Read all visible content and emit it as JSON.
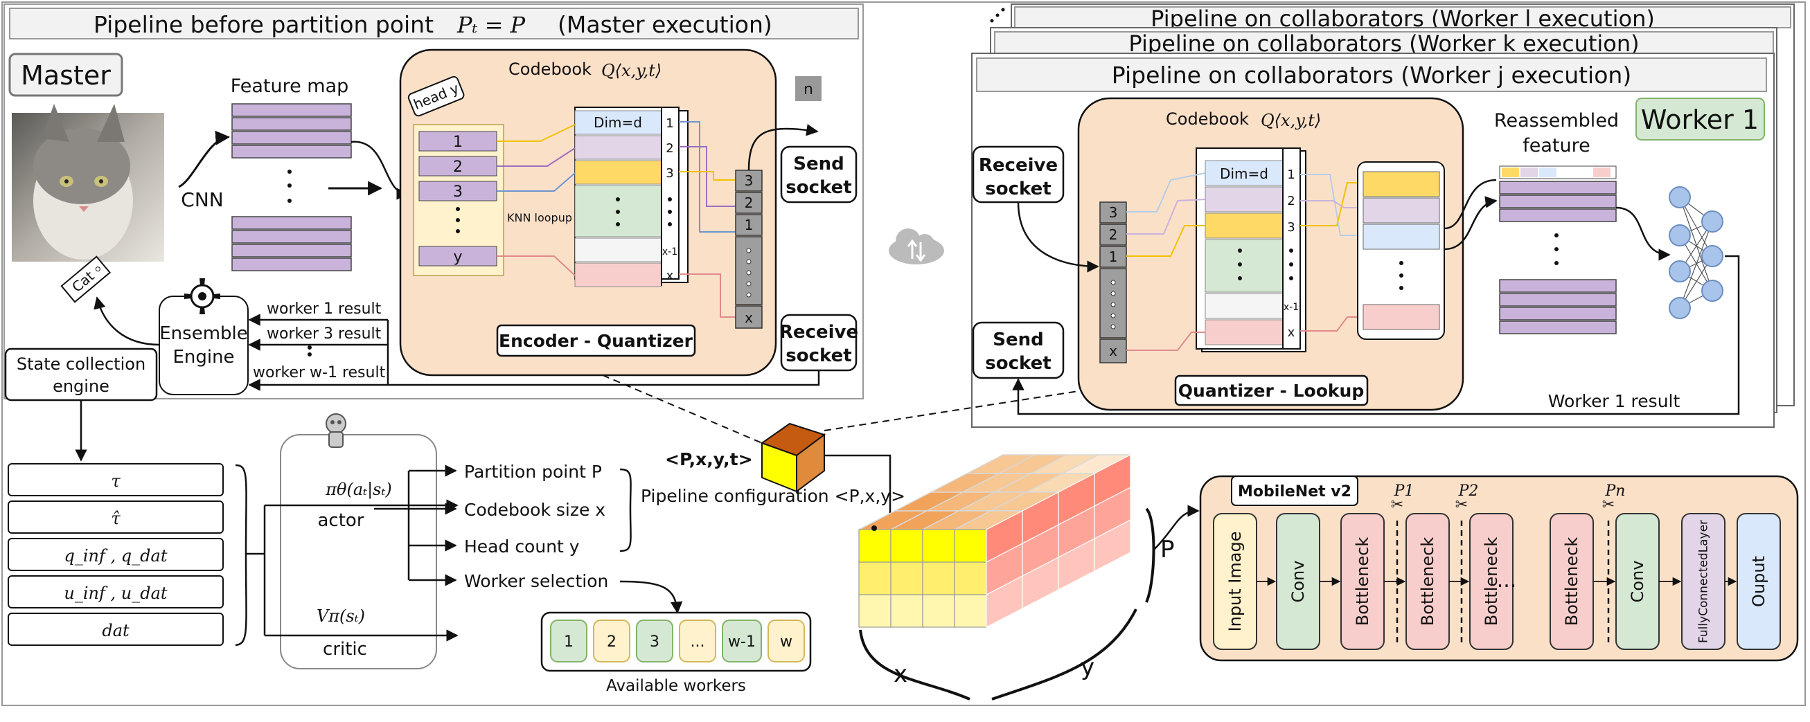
{
  "master_panel": {
    "title": "Pipeline before partition point",
    "formula": "Pₜ = P",
    "mode": "(Master execution)",
    "label": "Master",
    "feature_map": "Feature map",
    "cnn": "CNN",
    "codebook": "Codebook",
    "codebook_symbol": "Q⟨x,y,t⟩",
    "head_tag": "head y",
    "n_tag": "n",
    "heads": [
      "1",
      "2",
      "3",
      "y"
    ],
    "knn": "KNN loopup",
    "code_rows": [
      "Dim=d"
    ],
    "code_idx": [
      "1",
      "2",
      "3",
      "x-1",
      "x"
    ],
    "stack_cells": [
      "3",
      "2",
      "1",
      "x"
    ],
    "send_socket": "Send socket",
    "receive_socket": "Receive socket",
    "encoder_label": "Encoder - Quantizer",
    "ensemble_engine": "Ensemble Engine",
    "results": [
      "worker 1 result",
      "worker 3 result",
      "worker w-1 result"
    ],
    "cat_tag": "Cat",
    "state_engine": "State collection engine"
  },
  "worker_panel": {
    "back_titles": [
      "Pipeline on collaborators (Worker l execution)",
      "Pipeline on collaborators (Worker k execution)"
    ],
    "title": "Pipeline on collaborators (Worker j execution)",
    "worker_badge": "Worker 1",
    "codebook": "Codebook",
    "codebook_symbol": "Q⟨x,y,t⟩",
    "receive_socket": "Receive socket",
    "send_socket": "Send socket",
    "reassembled": "Reassembled feature",
    "code_rows": [
      "Dim=d"
    ],
    "code_idx": [
      "1",
      "2",
      "3",
      "x-1",
      "x"
    ],
    "stack_cells": [
      "3",
      "2",
      "1",
      "x"
    ],
    "lookup_label": "Quantizer - Lookup",
    "result": "Worker 1 result"
  },
  "rl": {
    "state_items": [
      "τ",
      "τ̂",
      "q_inf , q_dat",
      "u_inf , u_dat",
      "dat"
    ],
    "actor_symbol": "πθ(aₜ|sₜ)",
    "actor": "actor",
    "critic_symbol": "Vπ(sₜ)",
    "critic": "critic",
    "actions": [
      "Partition point P",
      "Codebook size x",
      "Head count y",
      "Worker selection"
    ],
    "tuple": "<P,x,y,t>",
    "pipeline_config": "Pipeline configuration <P,x,y>",
    "workers": [
      "1",
      "2",
      "3",
      "...",
      "w-1",
      "w"
    ],
    "workers_caption": "Available workers",
    "cube_labels": [
      "x",
      "y",
      "P"
    ]
  },
  "mobilenet": {
    "title": "MobileNet v2",
    "blocks": [
      "Input Image",
      "Conv",
      "Bottleneck",
      "Bottleneck",
      "Bottleneck",
      "Bottleneck",
      "Conv",
      "FullyConnectedLayer",
      "Ouput"
    ],
    "partitions": [
      "P1",
      "P2",
      "Pn"
    ],
    "ellipsis": "..."
  },
  "colors": {
    "purple": "#c9b3db",
    "peach": "#fbe0c8",
    "green": "#d5e8d4",
    "yellow": "#fff2cc",
    "blue": "#dae8fc",
    "pink": "#f8cecc",
    "gold": "#ffd966",
    "grey": "#9e9e9e"
  }
}
